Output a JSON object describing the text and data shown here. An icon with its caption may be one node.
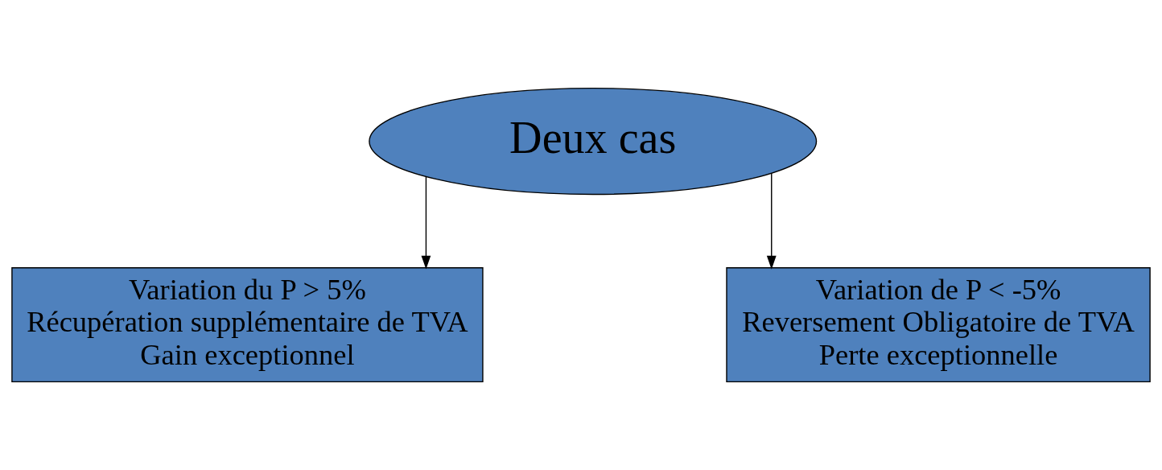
{
  "diagram": {
    "nodes": [
      {
        "text": [
          "Deux cas"
        ]
      },
      {
        "text": [
          "Variation du P > 5%",
          "Récupération supplémentaire de TVA",
          "Gain exceptionnel"
        ]
      },
      {
        "text": [
          "Variation de P < -5%",
          "Reversement Obligatoire de TVA",
          "Perte exceptionnelle"
        ]
      }
    ],
    "edges": [
      {
        "from": 0,
        "to": 1,
        "arrow": "to"
      },
      {
        "from": 0,
        "to": 2,
        "arrow": "to"
      }
    ]
  }
}
